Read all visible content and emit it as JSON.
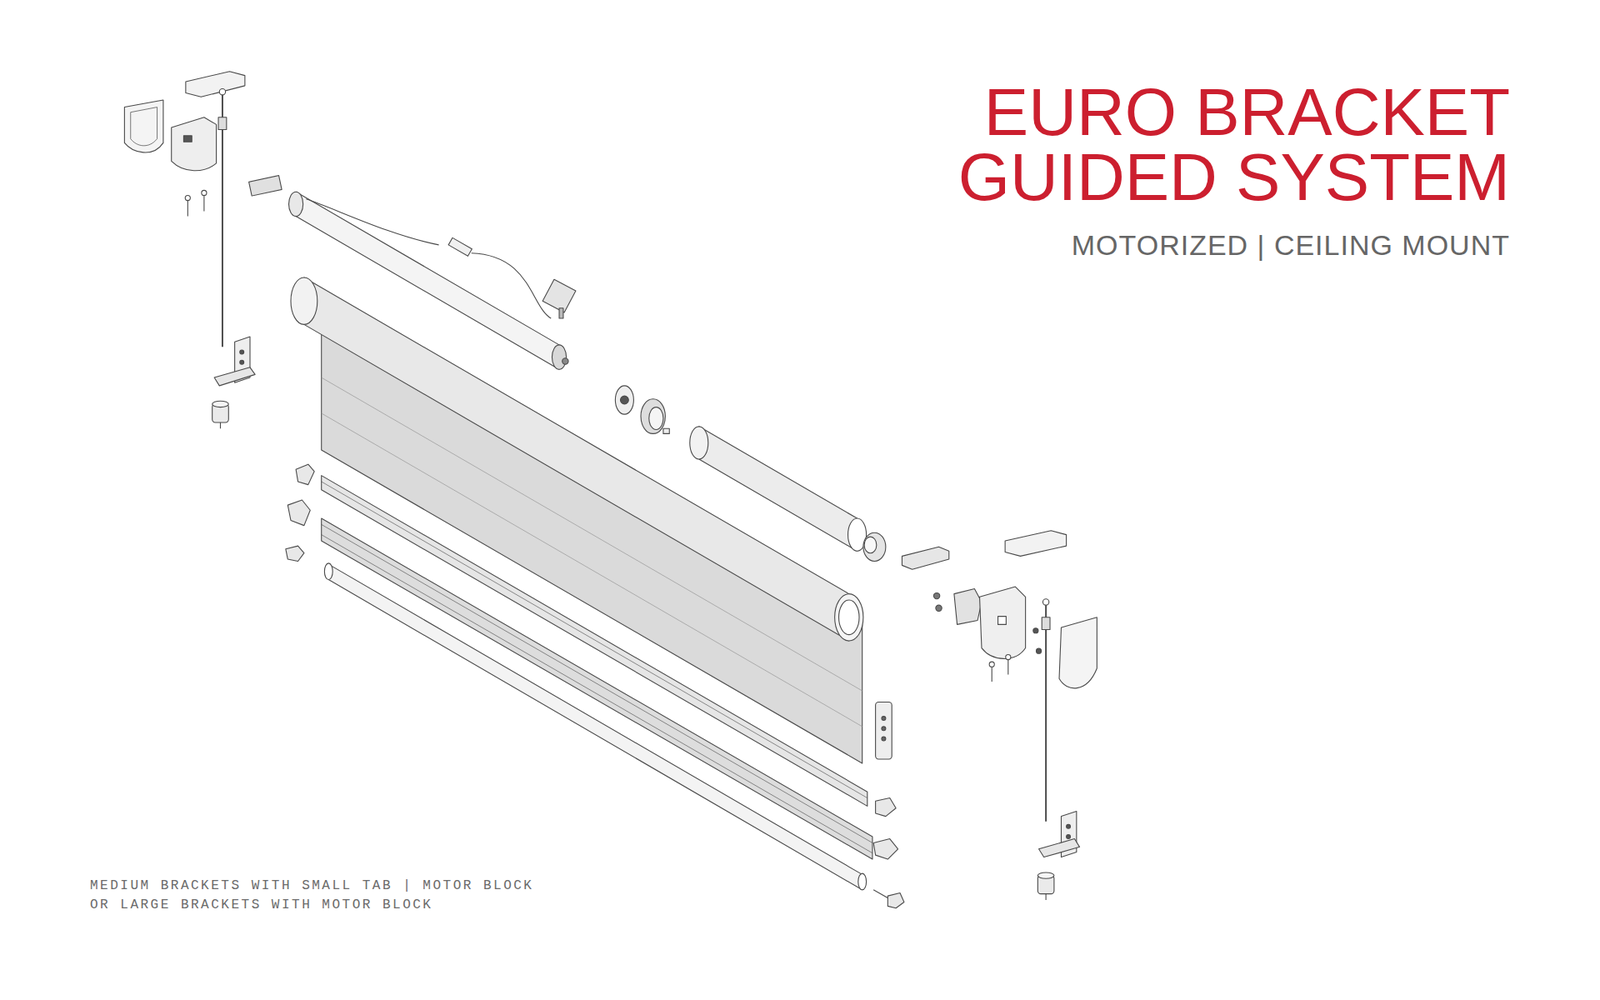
{
  "diagram": {
    "title": "EURO BRACKET GUIDED SYSTEM",
    "caption": "MEDIUM BRACKETS WITH SMALL TAB | MOTOR BLOCK OR LARGE BRACKETS WITH MOTOR BLOCK",
    "labels": [
      "MOTORIZED | CEILING MOUNT"
    ]
  }
}
